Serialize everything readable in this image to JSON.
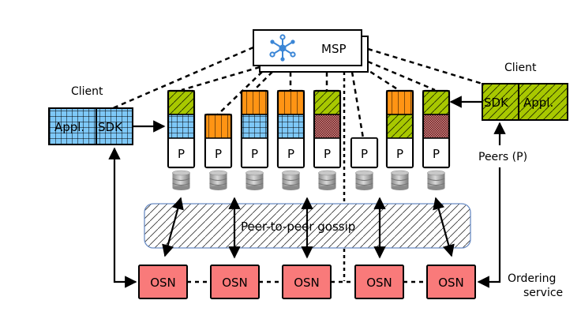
{
  "msp": {
    "label": "MSP",
    "icon": "network-hub-icon"
  },
  "client_left": {
    "title": "Client",
    "appl": "Appl.",
    "sdk": "SDK"
  },
  "client_right": {
    "title": "Client",
    "appl": "Appl.",
    "sdk": "SDK"
  },
  "peers_label": "Peers (P)",
  "peer_label": "P",
  "peers": [
    {
      "blocks": [
        "green-hatched",
        "blue-grid"
      ]
    },
    {
      "blocks": [
        "orange-striped"
      ]
    },
    {
      "blocks": [
        "orange-striped",
        "blue-grid"
      ]
    },
    {
      "blocks": [
        "orange-striped",
        "blue-grid"
      ]
    },
    {
      "blocks": [
        "green-hatched",
        "red-dotted"
      ]
    },
    {
      "blocks": []
    },
    {
      "blocks": [
        "orange-striped",
        "green-hatched"
      ]
    },
    {
      "blocks": [
        "green-hatched",
        "red-dotted"
      ]
    }
  ],
  "gossip": {
    "label": "Peer-to-peer gossip"
  },
  "osn_label": "OSN",
  "osn_count": 5,
  "ordering_service": {
    "line1": "Ordering",
    "line2": "service"
  },
  "colors": {
    "blue": "#7ec8f7",
    "green": "#a8c800",
    "orange": "#ff9414",
    "red_dot": "#9c4a4a",
    "osn": "#f97a7a",
    "msp_icon": "#3b86d6",
    "gossip_border": "#6a8cc4"
  }
}
